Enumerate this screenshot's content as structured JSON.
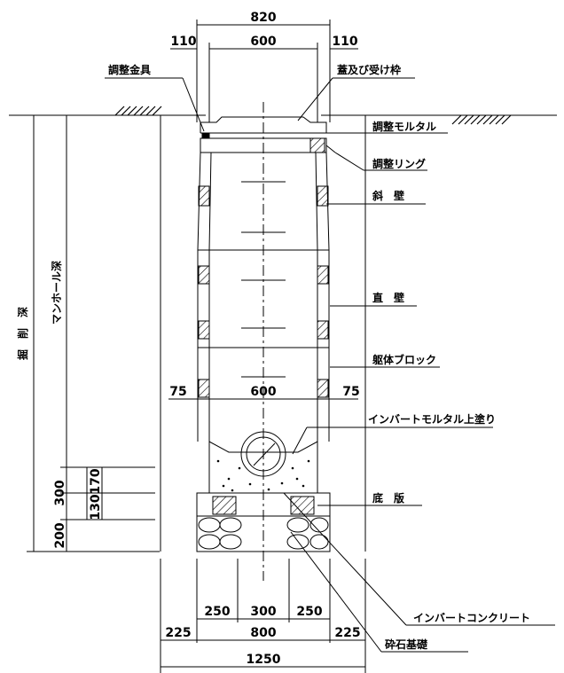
{
  "dimensions": {
    "top_total": "820",
    "top_left": "110",
    "top_inner": "600",
    "top_right": "110",
    "mid_left": "75",
    "mid_inner": "600",
    "mid_right": "75",
    "bottom_a1": "250",
    "bottom_a2": "300",
    "bottom_a3": "250",
    "bottom_b1": "225",
    "bottom_b2": "800",
    "bottom_b3": "225",
    "bottom_total": "1250",
    "left_300": "300",
    "left_170": "170",
    "left_130": "130",
    "left_200": "200"
  },
  "labels": {
    "adjust_fitting": "調整金具",
    "lid_frame": "蓋及び受け枠",
    "adjust_mortar": "調整モルタル",
    "adjust_ring": "調整リング",
    "slant_wall": "斜　壁",
    "straight_wall": "直　壁",
    "body_block": "躯体ブロック",
    "invert_mortar": "インバートモルタル上塗り",
    "base_slab": "底　版",
    "invert_concrete": "インバートコンクリート",
    "crushed_stone": "砕石基礎",
    "excavation_depth": "掘　削　深",
    "manhole_depth": "マンホール深"
  }
}
